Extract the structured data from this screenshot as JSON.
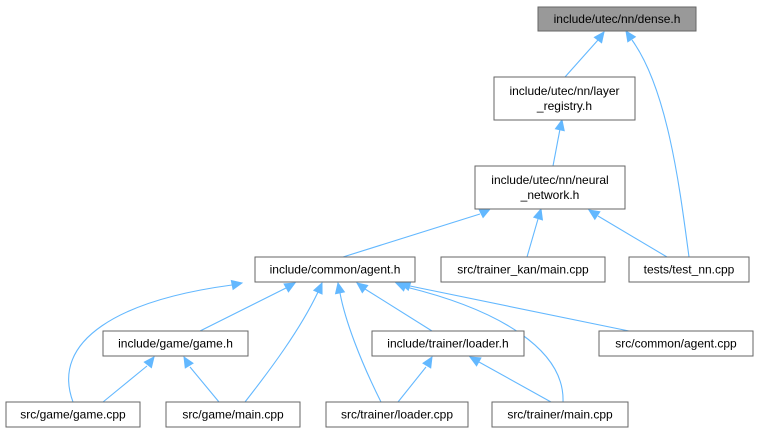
{
  "graph": {
    "colors": {
      "edge": "#63b8ff",
      "node_border": "#666666",
      "current_node_fill": "#999999"
    },
    "nodes": [
      {
        "id": "dense",
        "lines": [
          "include/utec/nn/dense.h"
        ],
        "current": true
      },
      {
        "id": "layer_registry",
        "lines": [
          "include/utec/nn/layer",
          "_registry.h"
        ]
      },
      {
        "id": "neural_network",
        "lines": [
          "include/utec/nn/neural",
          "_network.h"
        ]
      },
      {
        "id": "agent_h",
        "lines": [
          "include/common/agent.h"
        ]
      },
      {
        "id": "trainer_kan_main",
        "lines": [
          "src/trainer_kan/main.cpp"
        ]
      },
      {
        "id": "test_nn",
        "lines": [
          "tests/test_nn.cpp"
        ]
      },
      {
        "id": "game_h",
        "lines": [
          "include/game/game.h"
        ]
      },
      {
        "id": "loader_h",
        "lines": [
          "include/trainer/loader.h"
        ]
      },
      {
        "id": "agent_cpp",
        "lines": [
          "src/common/agent.cpp"
        ]
      },
      {
        "id": "game_cpp",
        "lines": [
          "src/game/game.cpp"
        ]
      },
      {
        "id": "game_main",
        "lines": [
          "src/game/main.cpp"
        ]
      },
      {
        "id": "loader_cpp",
        "lines": [
          "src/trainer/loader.cpp"
        ]
      },
      {
        "id": "trainer_main",
        "lines": [
          "src/trainer/main.cpp"
        ]
      }
    ],
    "edges": [
      {
        "from": "layer_registry",
        "to": "dense"
      },
      {
        "from": "test_nn",
        "to": "dense"
      },
      {
        "from": "neural_network",
        "to": "layer_registry"
      },
      {
        "from": "agent_h",
        "to": "neural_network"
      },
      {
        "from": "trainer_kan_main",
        "to": "neural_network"
      },
      {
        "from": "test_nn",
        "to": "neural_network"
      },
      {
        "from": "game_h",
        "to": "agent_h"
      },
      {
        "from": "game_cpp",
        "to": "agent_h"
      },
      {
        "from": "game_main",
        "to": "agent_h"
      },
      {
        "from": "loader_cpp",
        "to": "agent_h"
      },
      {
        "from": "loader_h",
        "to": "agent_h"
      },
      {
        "from": "trainer_main",
        "to": "agent_h"
      },
      {
        "from": "agent_cpp",
        "to": "agent_h"
      },
      {
        "from": "game_cpp",
        "to": "game_h"
      },
      {
        "from": "game_main",
        "to": "game_h"
      },
      {
        "from": "loader_cpp",
        "to": "loader_h"
      },
      {
        "from": "trainer_main",
        "to": "loader_h"
      }
    ]
  }
}
